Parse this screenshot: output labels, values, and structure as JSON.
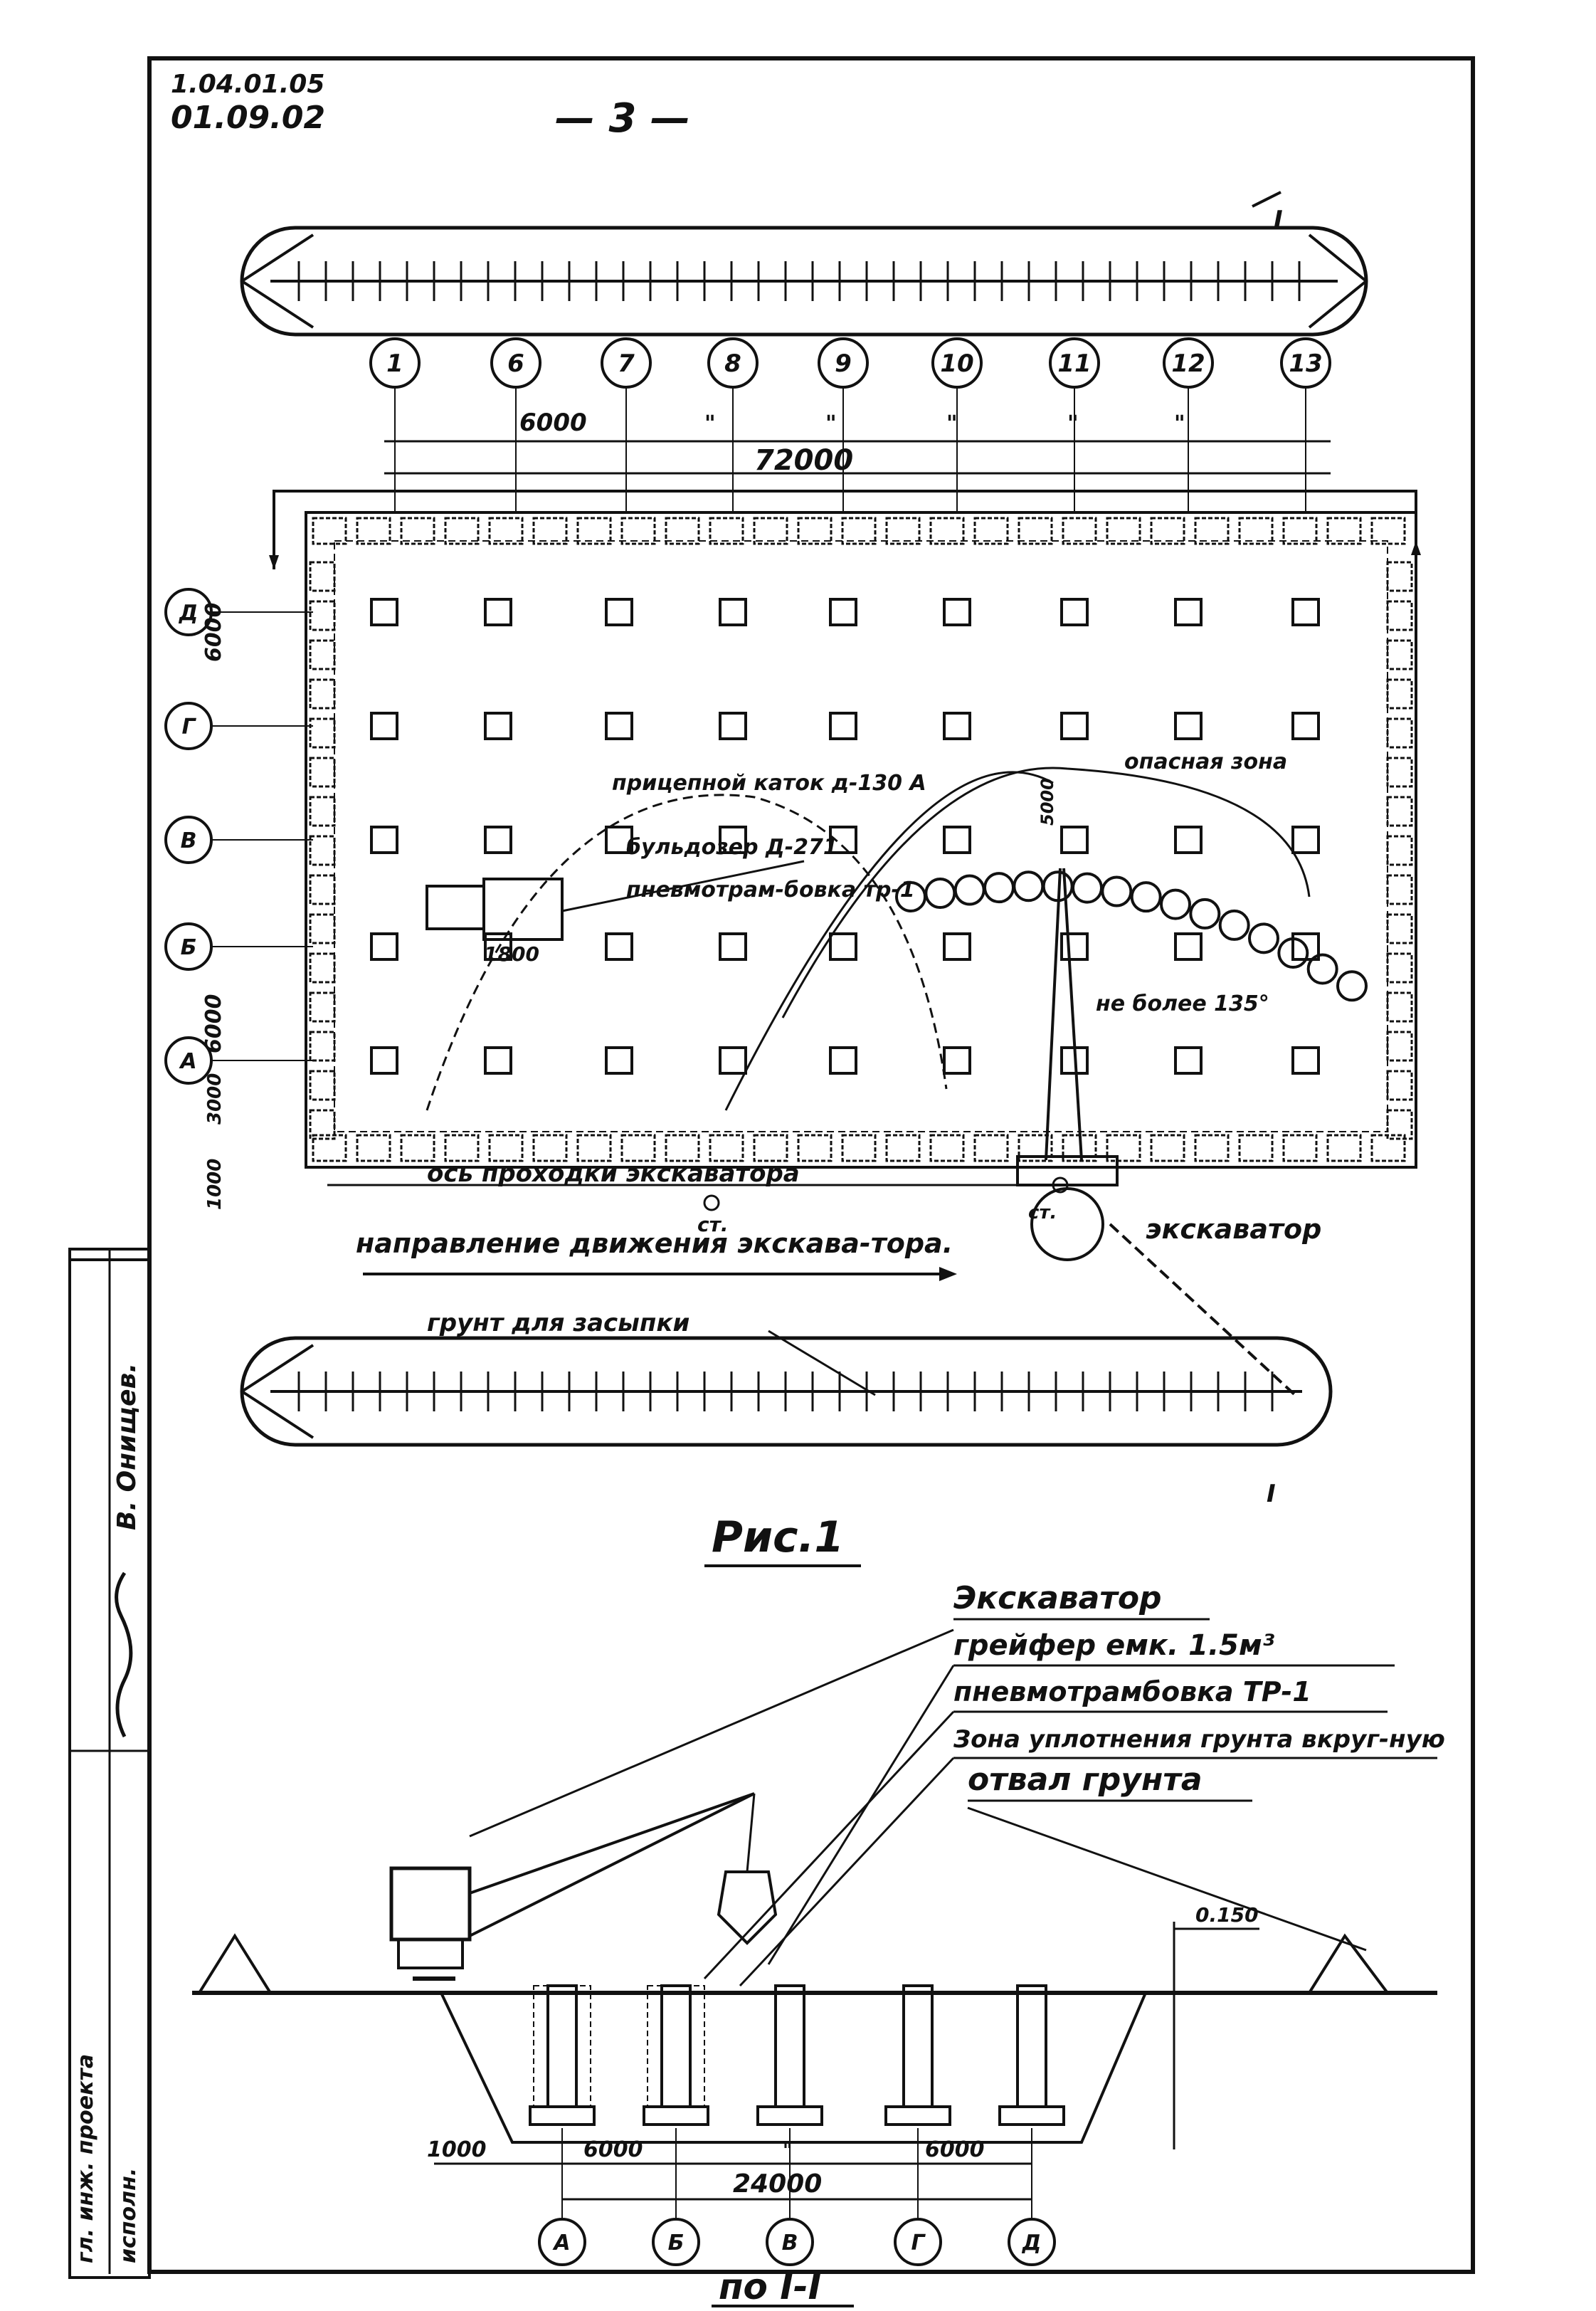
{
  "document": {
    "code_line_1": "1.04.01.05",
    "code_line_2": "01.09.02",
    "page_number": "— 3 —"
  },
  "plan": {
    "column_axes": [
      "1",
      "6",
      "7",
      "8",
      "9",
      "10",
      "11",
      "12",
      "13"
    ],
    "row_axes": [
      "Д",
      "Г",
      "В",
      "Б",
      "А"
    ],
    "dim_bay": "6000",
    "dim_total": "72000",
    "dim_repeat": "\"",
    "dim_row_bay": "6000",
    "dim_row_bay_2": "6000",
    "dim_3000": "3000",
    "dim_1000": "1000",
    "dim_1800": "1800",
    "dim_arc_radius": "5000",
    "label_tamper_trailer": "прицепной каток д-130 А",
    "label_bulldozer": "бульдозер Д-271",
    "label_pneumo_tamping": "пневмотрам-бовка тр-1",
    "label_zone": "опасная зона",
    "label_angle": "не более 135°",
    "label_axis_path": "ось проходки экскаватора",
    "label_station": "ст.",
    "label_station_2": "ст.",
    "label_direction": "направление движения экскава-тора.",
    "label_excavator": "экскаватор",
    "label_backfill": "грунт для засыпки",
    "section_mark": "I"
  },
  "figure_caption": "Рис.1",
  "legend": {
    "item_1": "Экскаватор",
    "item_2": "грейфер емк. 1.5м³",
    "item_3": "пневмотрамбовка ТР-1",
    "item_4": "Зона уплотнения грунта вкруг-ную",
    "item_5": "отвал грунта"
  },
  "section": {
    "dim_top": "0.150",
    "dim_left": "1000",
    "dim_bay_a": "6000",
    "dim_bay_b": "6000",
    "dim_total": "24000",
    "dim_repeat": "\"",
    "row_axes": [
      "А",
      "Б",
      "В",
      "Г",
      "Д"
    ],
    "caption": "по I-I"
  },
  "stamp": {
    "role_1": "гл. инж. проекта",
    "role_2": "исполн.",
    "name_1": "В. Онищев.",
    "signature": "подпись"
  }
}
